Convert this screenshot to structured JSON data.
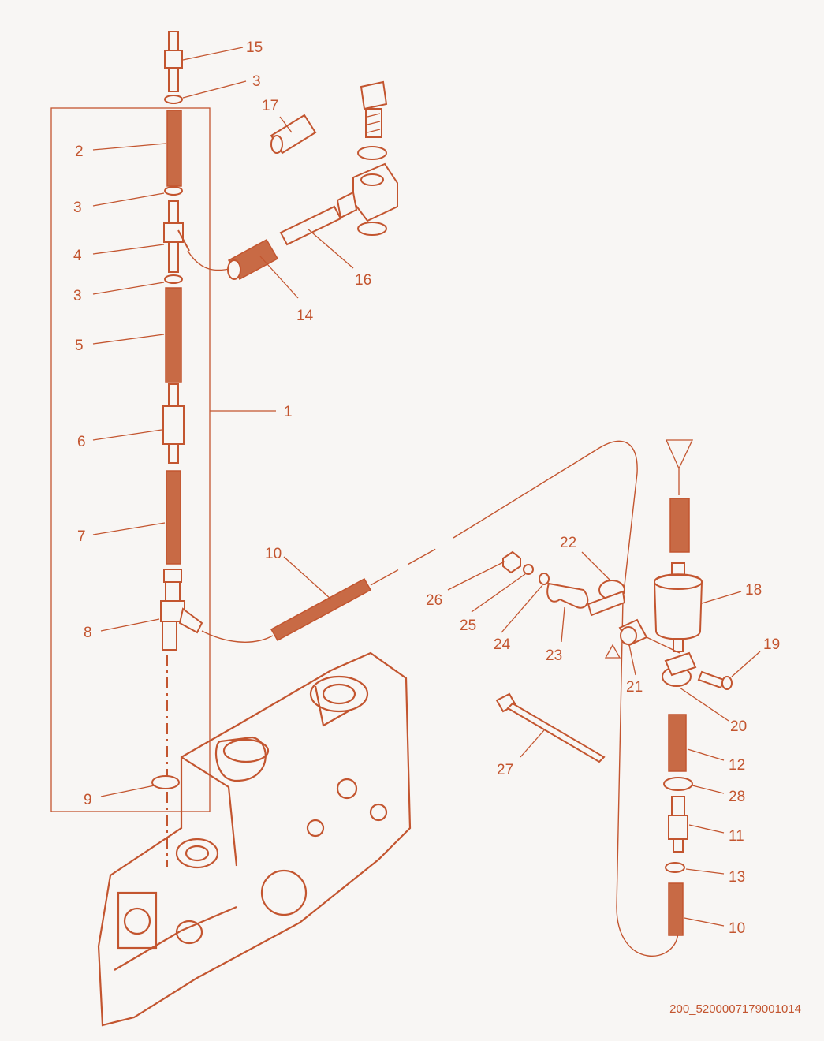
{
  "figure": {
    "code": "200_5200007179001014",
    "accent": "#c3552f",
    "background": "#f8f6f4"
  },
  "callouts": [
    "15",
    "3",
    "2",
    "3",
    "4",
    "3",
    "5",
    "6",
    "7",
    "8",
    "9",
    "1",
    "17",
    "16",
    "14",
    "10",
    "26",
    "25",
    "24",
    "23",
    "22",
    "21",
    "18",
    "19",
    "20",
    "27",
    "12",
    "28",
    "11",
    "13",
    "10"
  ]
}
